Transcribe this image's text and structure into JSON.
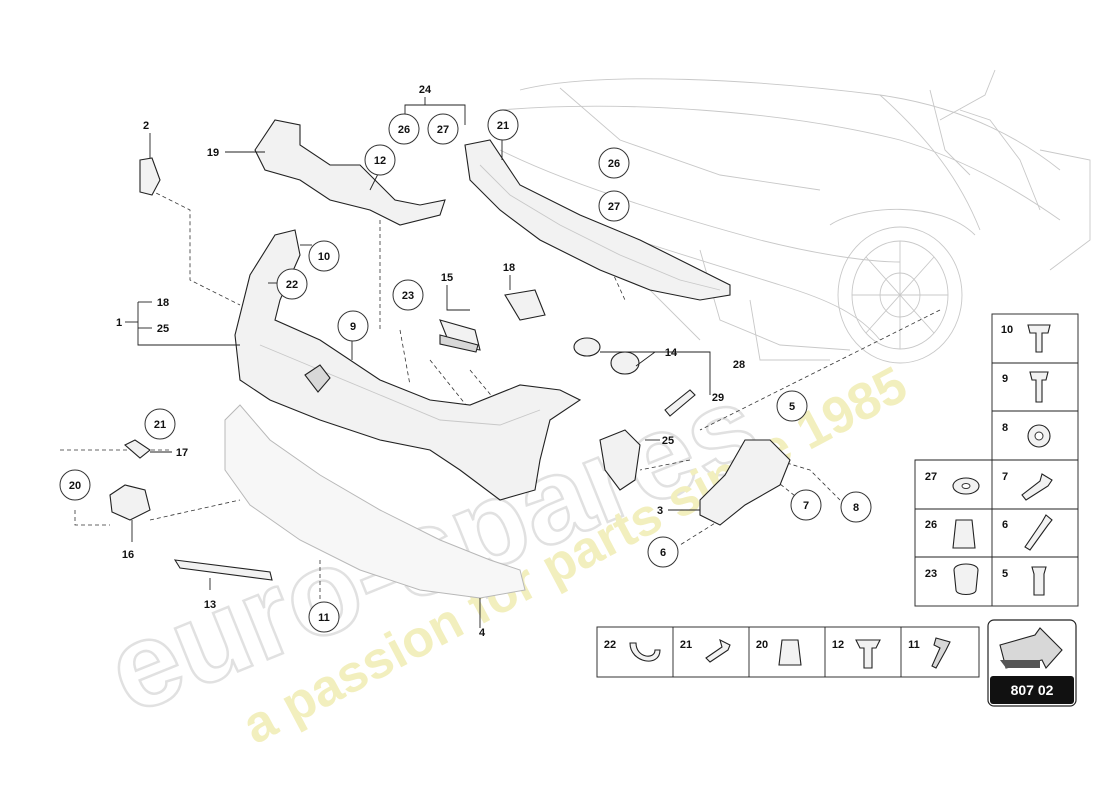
{
  "watermark": {
    "brand": "euro-spares",
    "tagline": "a passion for parts since 1985"
  },
  "callouts": [
    {
      "id": "c26a",
      "label": "26"
    },
    {
      "id": "c27a",
      "label": "27"
    },
    {
      "id": "c21a",
      "label": "21"
    },
    {
      "id": "c12",
      "label": "12"
    },
    {
      "id": "c26b",
      "label": "26"
    },
    {
      "id": "c27b",
      "label": "27"
    },
    {
      "id": "c10",
      "label": "10"
    },
    {
      "id": "c22",
      "label": "22"
    },
    {
      "id": "c23",
      "label": "23"
    },
    {
      "id": "c9",
      "label": "9"
    },
    {
      "id": "c5",
      "label": "5"
    },
    {
      "id": "c21b",
      "label": "21"
    },
    {
      "id": "c20",
      "label": "20"
    },
    {
      "id": "c7",
      "label": "7"
    },
    {
      "id": "c8",
      "label": "8"
    },
    {
      "id": "c6",
      "label": "6"
    },
    {
      "id": "c11",
      "label": "11"
    }
  ],
  "labels": {
    "l24": "24",
    "l2": "2",
    "l19": "19",
    "l1": "1",
    "l18a": "18",
    "l25a": "25",
    "l15": "15",
    "l18b": "18",
    "l14": "14",
    "l28": "28",
    "l29": "29",
    "l25b": "25",
    "l17": "17",
    "l16": "16",
    "l3": "3",
    "l13": "13",
    "l4": "4"
  },
  "hardware_grid": {
    "rows": [
      {
        "left": "",
        "right": "10"
      },
      {
        "left": "",
        "right": "9"
      },
      {
        "left": "",
        "right": "8"
      },
      {
        "left": "27",
        "right": "7"
      },
      {
        "left": "26",
        "right": "6"
      },
      {
        "left": "23",
        "right": "5"
      }
    ]
  },
  "hardware_row": [
    "22",
    "21",
    "20",
    "12",
    "11"
  ],
  "reference": {
    "code": "807 02"
  }
}
